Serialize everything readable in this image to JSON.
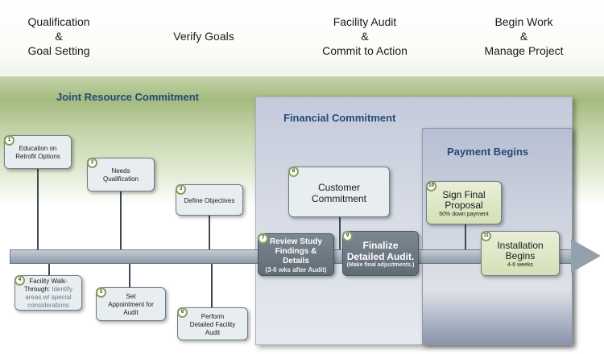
{
  "phases": [
    {
      "line1": "Qualification",
      "line2": "&",
      "line3": "Goal Setting"
    },
    {
      "line1": "Verify Goals",
      "line2": "",
      "line3": ""
    },
    {
      "line1": "Facility Audit",
      "line2": "&",
      "line3": "Commit to Action"
    },
    {
      "line1": "Begin Work",
      "line2": "&",
      "line3": "Manage Project"
    }
  ],
  "sections": {
    "joint": "Joint Resource Commitment",
    "financial": "Financial Commitment",
    "payment": "Payment Begins"
  },
  "steps": [
    {
      "num": "1",
      "text": "Education on Retrofit Options"
    },
    {
      "num": "2",
      "text": "Needs Qualification"
    },
    {
      "num": "3",
      "text": "Define Objectives"
    },
    {
      "num": "4",
      "text": "Facility Walk-Through:",
      "highlight": "Identify areas w/ special considerations"
    },
    {
      "num": "5",
      "text": "Set Appointment for Audit"
    },
    {
      "num": "6",
      "text": "Perform Detailed Facility Audit"
    },
    {
      "num": "7",
      "text": "Review Study Findings & Details",
      "sub": "(3-6 wks after Audit)"
    },
    {
      "num": "8",
      "text": "Customer Commitment"
    },
    {
      "num": "9",
      "text": "Finalize Detailed Audit.",
      "sub": "(Make final adjustments.)"
    },
    {
      "num": "10",
      "text": "Sign Final Proposal",
      "sub": "50% down payment"
    },
    {
      "num": "11",
      "text": "Installation Begins",
      "sub": "4-6 weeks"
    }
  ]
}
